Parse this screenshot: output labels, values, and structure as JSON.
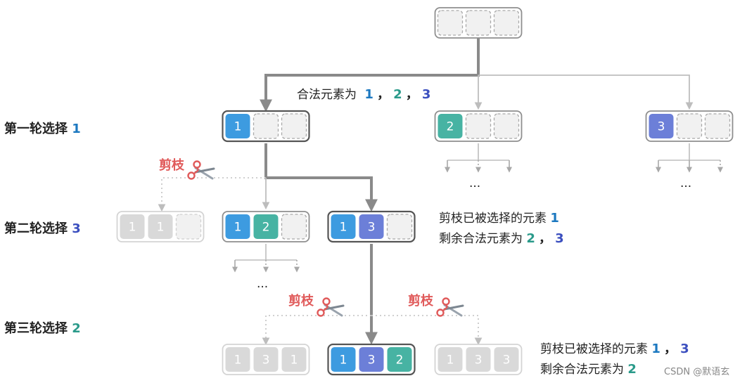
{
  "colors": {
    "blue": "#3d9be0",
    "teal": "#47b3a3",
    "purple": "#6c7fd8",
    "pruned": "#d9d9d9",
    "empty": "#f1f1f1",
    "main_line": "#8a8a8a",
    "side_line": "#bdbdbd",
    "cut_red": "#e05a5a",
    "blue_text": "#1c78c0",
    "teal_text": "#2a9a8a",
    "purple_text": "#3b4fbf"
  },
  "header": {
    "legal_label": "合法元素为",
    "legal_values": [
      "1",
      "2",
      "3"
    ],
    "separator": "，"
  },
  "rounds": [
    {
      "label": "第一轮选择",
      "value": "1"
    },
    {
      "label": "第二轮选择",
      "value": "3"
    },
    {
      "label": "第三轮选择",
      "value": "2"
    }
  ],
  "prune_label": "剪枝",
  "ellipsis": "···",
  "notes": {
    "round2_selected_label": "剪枝已被选择的元素",
    "round2_selected_values": [
      "1"
    ],
    "round2_remaining_label": "剩余合法元素为",
    "round2_remaining_values": [
      "2",
      "3"
    ],
    "round3_selected_label": "剪枝已被选择的元素",
    "round3_selected_values": [
      "1",
      "3"
    ],
    "round3_remaining_label": "剩余合法元素为",
    "round3_remaining_values": [
      "2"
    ]
  },
  "states": {
    "root": [
      "",
      "",
      ""
    ],
    "round1": [
      [
        "1",
        "",
        ""
      ],
      [
        "2",
        "",
        ""
      ],
      [
        "3",
        "",
        ""
      ]
    ],
    "round2": [
      [
        "1",
        "1",
        ""
      ],
      [
        "1",
        "2",
        ""
      ],
      [
        "1",
        "3",
        ""
      ]
    ],
    "round3": [
      [
        "1",
        "3",
        "1"
      ],
      [
        "1",
        "3",
        "2"
      ],
      [
        "1",
        "3",
        "3"
      ]
    ]
  },
  "watermark": "CSDN @默语玄"
}
